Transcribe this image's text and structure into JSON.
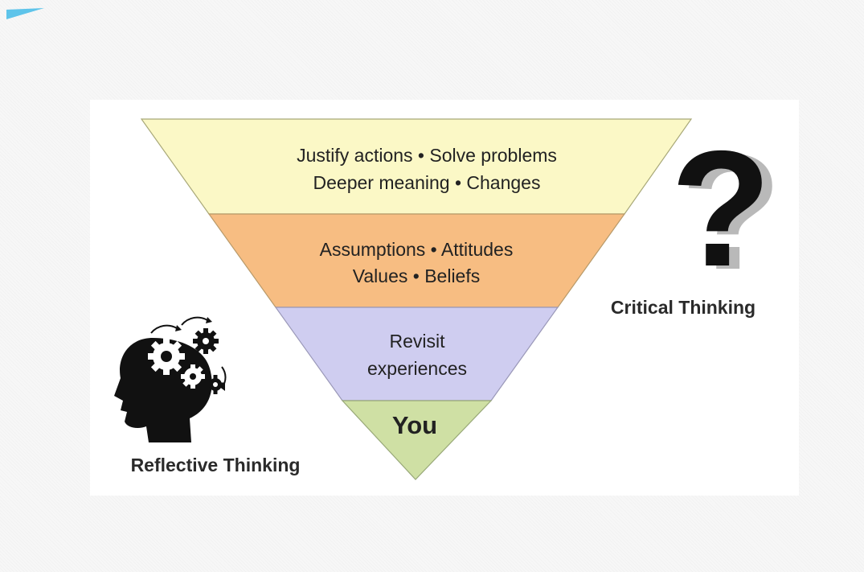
{
  "pyramid": {
    "tiers": [
      {
        "line1": "Justify actions • Solve problems",
        "line2": "Deeper meaning • Changes",
        "fill": "#fbf8c6"
      },
      {
        "line1": "Assumptions • Attitudes",
        "line2": "Values • Beliefs",
        "fill": "#f7bd82"
      },
      {
        "line1": "Revisit",
        "line2": "experiences",
        "fill": "#cfcdf0"
      },
      {
        "line1": "You",
        "fill": "#cfe0a4"
      }
    ]
  },
  "labels": {
    "critical": "Critical Thinking",
    "reflective": "Reflective Thinking"
  },
  "icons": {
    "question": "question-mark-icon",
    "head": "head-gears-icon"
  },
  "colors": {
    "accent": "#4fb8e0",
    "outline": "#9a9a6a"
  }
}
